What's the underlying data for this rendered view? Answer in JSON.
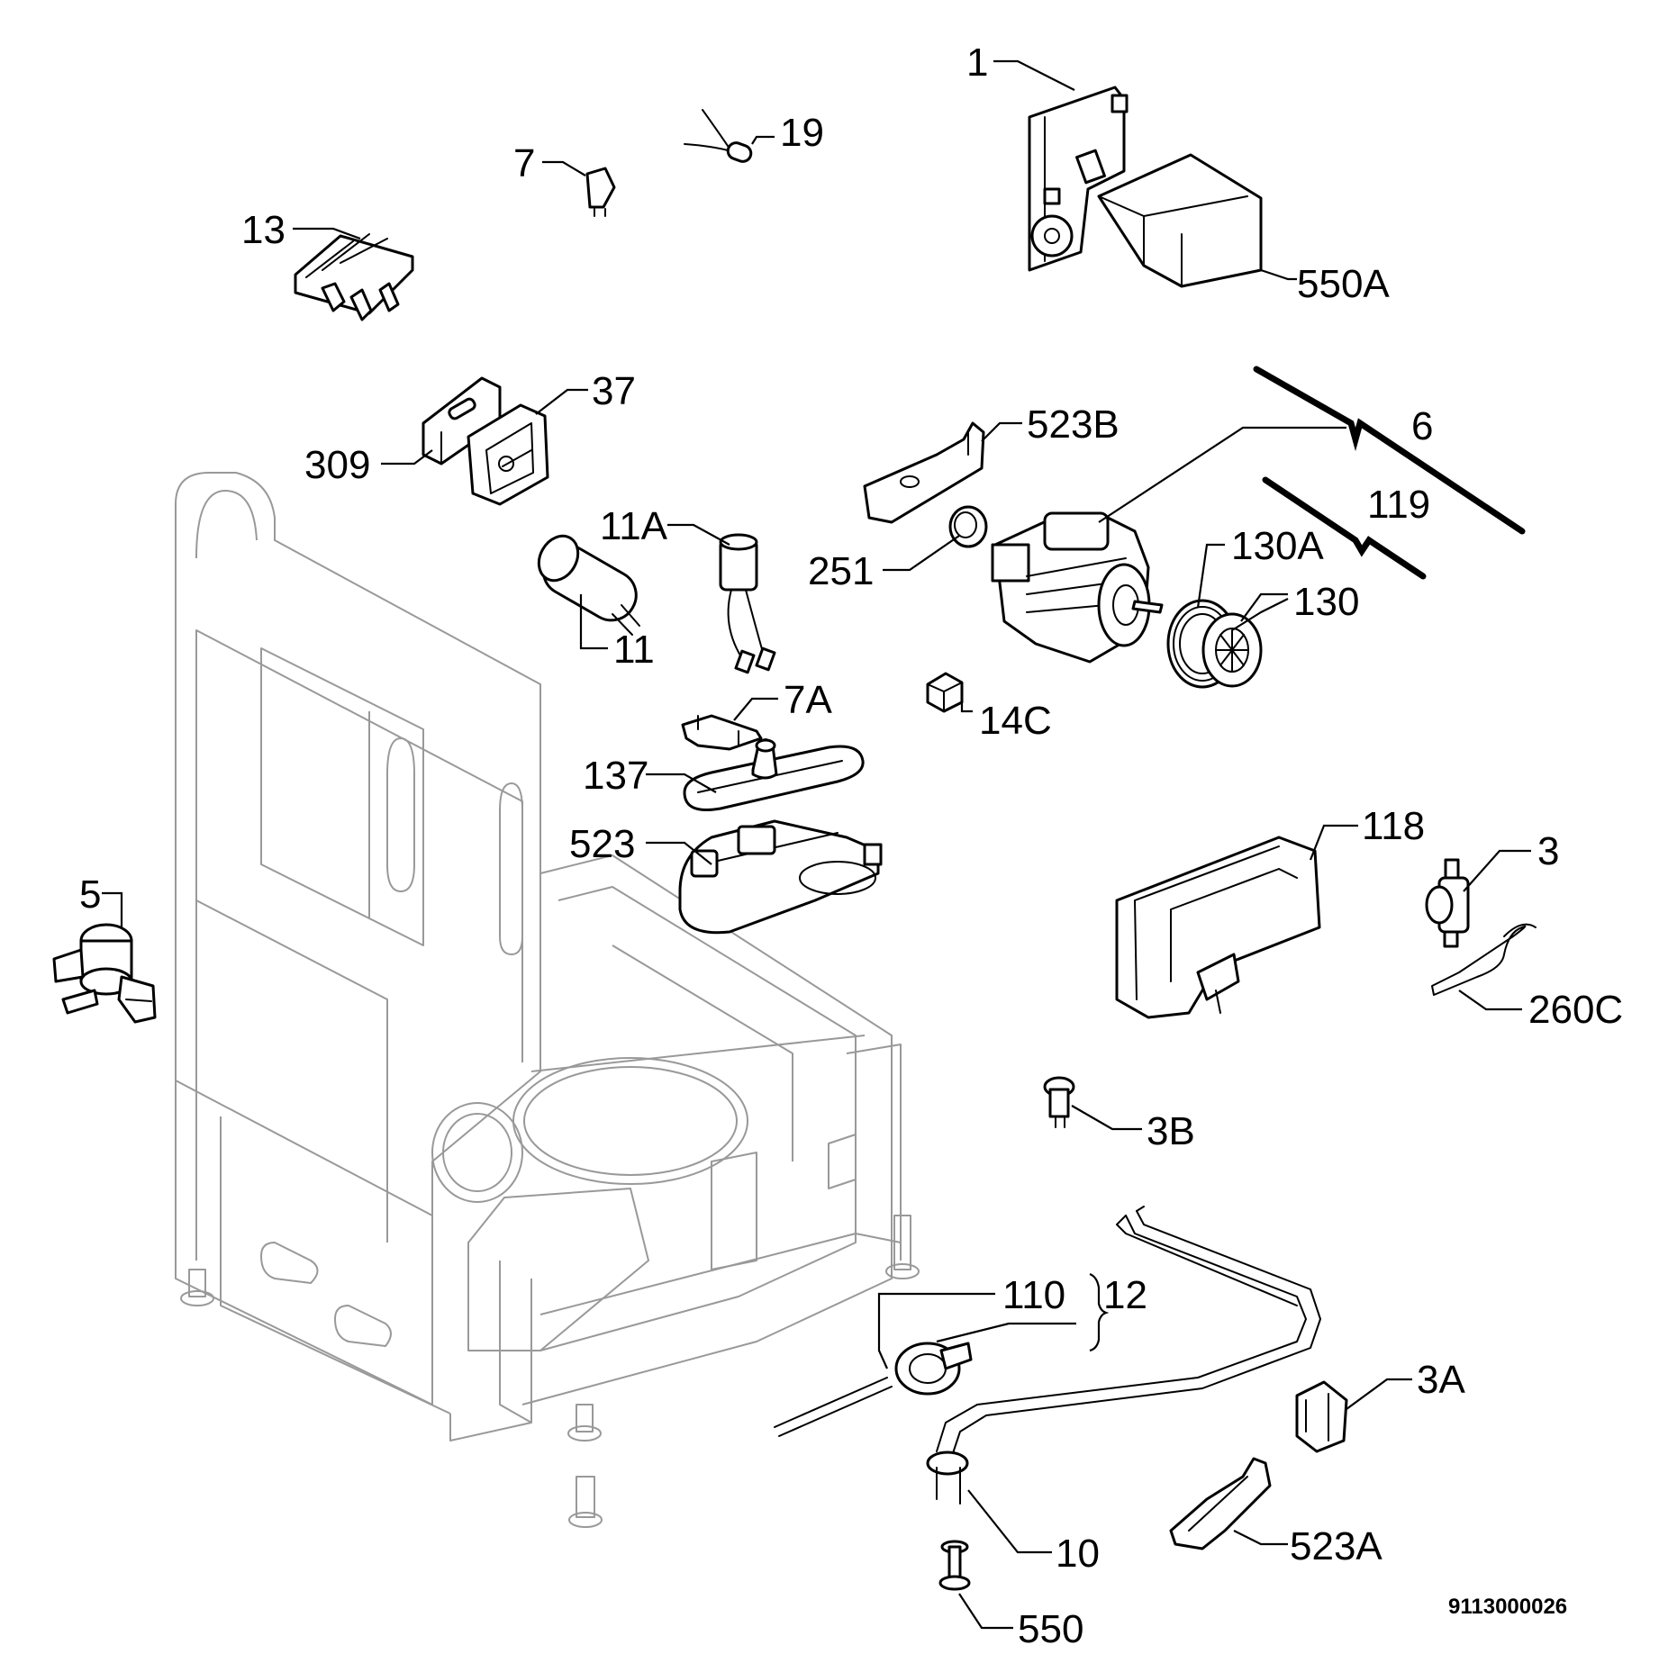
{
  "labels": {
    "l1": "1",
    "l19": "19",
    "l7": "7",
    "l550a": "550A",
    "l13": "13",
    "l37": "37",
    "l309": "309",
    "l523b": "523B",
    "l6": "6",
    "l119": "119",
    "l11a": "11A",
    "l130a": "130A",
    "l251": "251",
    "l130": "130",
    "l11": "11",
    "l7a": "7A",
    "l14c": "14C",
    "l137": "137",
    "l118": "118",
    "l523": "523",
    "l3": "3",
    "l5": "5",
    "l260c": "260C",
    "l3b": "3B",
    "l110": "110",
    "l12": "12",
    "l3a": "3A",
    "l10": "10",
    "l523a": "523A",
    "l550": "550"
  },
  "drawing_code": "9113000026"
}
